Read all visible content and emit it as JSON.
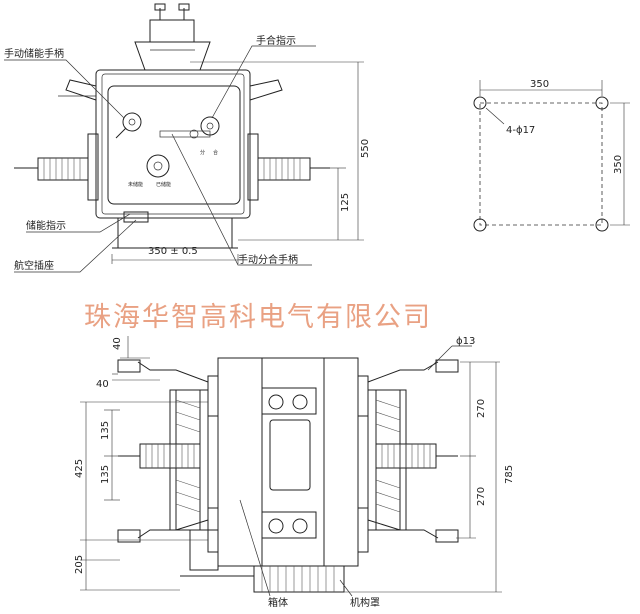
{
  "front_view": {
    "labels": {
      "manual_store_handle": "手动储能手柄",
      "manual_close_indicator": "手合指示",
      "storage_indicator": "储能指示",
      "aviation_socket": "航空插座",
      "manual_open_handle": "手动分合手柄",
      "not_stored": "未储能",
      "stored": "已储能",
      "open_mark": "分",
      "close_mark": "合"
    },
    "dims": {
      "width": "350 ± 0.5",
      "height": "550",
      "bottom": "125"
    }
  },
  "mounting": {
    "spacing_h": "350",
    "spacing_v": "350",
    "holes": "4-ϕ17"
  },
  "watermark": "珠海华智高科电气有限公司",
  "bottom_view": {
    "dims": {
      "top_40": "40",
      "left_40": "40",
      "d135_a": "135",
      "d135_b": "135",
      "d425": "425",
      "d205": "205",
      "d270_a": "270",
      "d270_b": "270",
      "d785": "785",
      "hole": "ϕ13"
    },
    "labels": {
      "enclosure": "箱体",
      "mechanism_cover": "机构罩"
    }
  }
}
